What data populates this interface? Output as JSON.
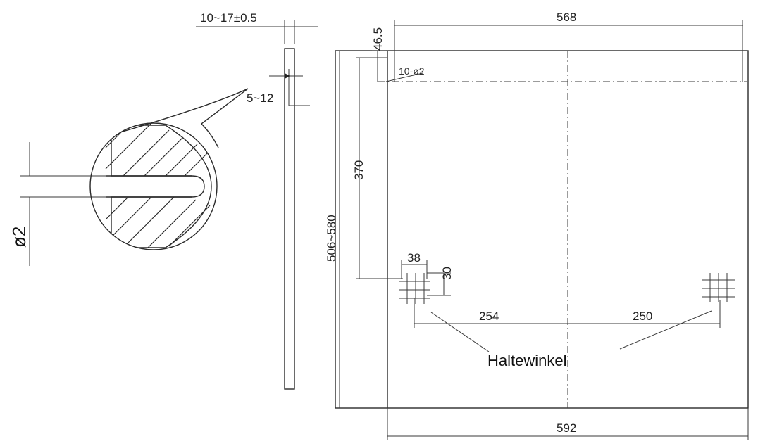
{
  "dimensions": {
    "thickness": "10~17±0.5",
    "hole_depth": "5~12",
    "hole_diameter": "ø2",
    "width_top": "568",
    "top_offset": "46.5",
    "hole_count": "10-ø2",
    "bracket_height": "370",
    "height_range": "506~580",
    "bracket_width": "38",
    "bracket_height_small": "30",
    "left_distance": "254",
    "right_distance": "250",
    "width_bottom": "592"
  },
  "callout": {
    "bracket_label": "Haltewinkel"
  }
}
